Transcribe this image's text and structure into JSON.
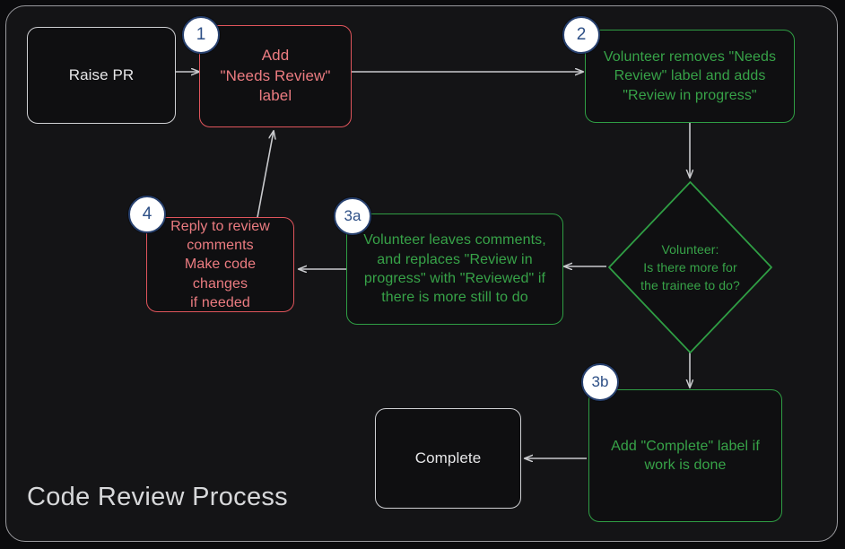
{
  "diagram": {
    "title": "Code Review Process",
    "type": "flowchart",
    "colors": {
      "background": "#0b0b0d",
      "panel": "#141416",
      "frame_border": "#9a9a9e",
      "neutral": "#cfd0d3",
      "red": "#e0555c",
      "red_text": "#ec7c81",
      "green": "#2f9e44",
      "green_text": "#37a348",
      "badge_fill": "#ffffff",
      "badge_border": "#27406e",
      "badge_text": "#2d4f86",
      "edge": "#c9cacd"
    },
    "nodes": [
      {
        "id": "raise-pr",
        "label": "Raise PR",
        "shape": "rounded-rect",
        "style": "neutral",
        "badge": null
      },
      {
        "id": "add-needs-review",
        "label": "Add\n\"Needs Review\"\nlabel",
        "shape": "rounded-rect",
        "style": "red",
        "badge": "1"
      },
      {
        "id": "volunteer-relabel",
        "label": "Volunteer removes \"Needs\nReview\" label and adds\n\"Review in progress\"",
        "shape": "rounded-rect",
        "style": "green",
        "badge": "2"
      },
      {
        "id": "decision-more-work",
        "label": "Volunteer:\nIs there more for\nthe trainee to do?",
        "shape": "diamond",
        "style": "green",
        "badge": null
      },
      {
        "id": "volunteer-comments",
        "label": "Volunteer leaves comments,\nand replaces \"Review in\nprogress\" with \"Reviewed\" if\nthere is more still to do",
        "shape": "rounded-rect",
        "style": "green",
        "badge": "3a"
      },
      {
        "id": "reply-to-review",
        "label": "Reply to review\ncomments\nMake code changes\nif needed",
        "shape": "rounded-rect",
        "style": "red",
        "badge": "4"
      },
      {
        "id": "add-complete-label",
        "label": "Add \"Complete\" label if\nwork is done",
        "shape": "rounded-rect",
        "style": "green",
        "badge": "3b"
      },
      {
        "id": "complete",
        "label": "Complete",
        "shape": "rounded-rect",
        "style": "neutral",
        "badge": null
      }
    ],
    "edges": [
      {
        "from": "raise-pr",
        "to": "add-needs-review",
        "label": ""
      },
      {
        "from": "add-needs-review",
        "to": "volunteer-relabel",
        "label": ""
      },
      {
        "from": "volunteer-relabel",
        "to": "decision-more-work",
        "label": ""
      },
      {
        "from": "decision-more-work",
        "to": "volunteer-comments",
        "label": ""
      },
      {
        "from": "volunteer-comments",
        "to": "reply-to-review",
        "label": ""
      },
      {
        "from": "reply-to-review",
        "to": "add-needs-review",
        "label": ""
      },
      {
        "from": "decision-more-work",
        "to": "add-complete-label",
        "label": ""
      },
      {
        "from": "add-complete-label",
        "to": "complete",
        "label": ""
      }
    ]
  }
}
